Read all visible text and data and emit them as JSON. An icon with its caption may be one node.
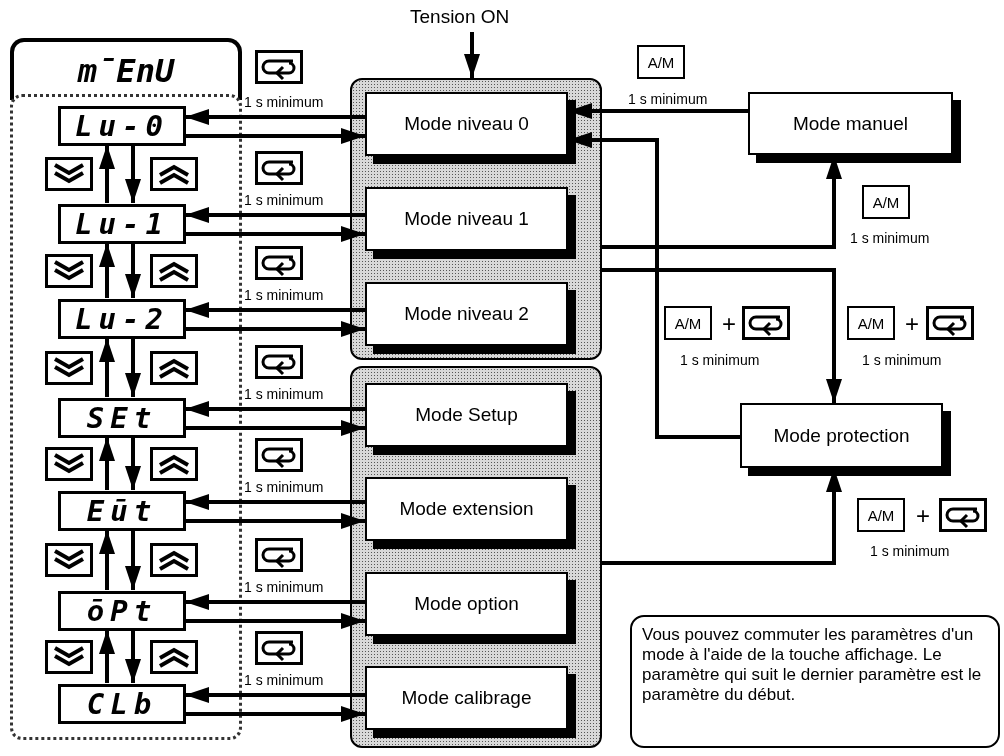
{
  "diagram": {
    "nodes": [
      {
        "text": [
          "m̄EnU"
        ]
      },
      {
        "text": [],
        "shape": "box"
      },
      {
        "text": [
          "Lu-0"
        ],
        "in": 1
      },
      {
        "text": [
          "Lu-1"
        ],
        "in": 1
      },
      {
        "text": [
          "Lu-2"
        ],
        "in": 1
      },
      {
        "text": [
          "SEt"
        ],
        "in": 1
      },
      {
        "text": [
          "Eūt"
        ],
        "in": 1
      },
      {
        "text": [
          "ōPt"
        ],
        "in": 1
      },
      {
        "text": [
          "CLb"
        ],
        "in": 1
      },
      {
        "text": [],
        "shape": "box"
      },
      {
        "text": [
          "Mode niveau 0"
        ],
        "in": 9
      },
      {
        "text": [
          "Mode niveau 1"
        ],
        "in": 9
      },
      {
        "text": [
          "Mode niveau 2"
        ],
        "in": 9
      },
      {
        "text": [],
        "shape": "box"
      },
      {
        "text": [
          "Mode Setup"
        ],
        "in": 13
      },
      {
        "text": [
          "Mode extension"
        ],
        "in": 13
      },
      {
        "text": [
          "Mode option"
        ],
        "in": 13
      },
      {
        "text": [
          "Mode calibrage"
        ],
        "in": 13
      },
      {
        "text": [
          "Mode manuel"
        ]
      },
      {
        "text": [
          "Mode protection"
        ]
      },
      {
        "text": [
          "Tension ON"
        ]
      },
      {
        "text": [
          "Vous pouvez commuter les paramètres d'un mode à l'aide de la touche affichage. Le paramètre qui suit le dernier paramètre est le paramètre du début."
        ]
      }
    ],
    "edges": [
      {
        "from": 10,
        "to": 2,
        "arrow": "to",
        "label": "1 s minimum"
      },
      {
        "from": 2,
        "to": 10,
        "arrow": "to"
      },
      {
        "from": 11,
        "to": 3,
        "arrow": "to",
        "label": "1 s minimum"
      },
      {
        "from": 3,
        "to": 11,
        "arrow": "to"
      },
      {
        "from": 12,
        "to": 4,
        "arrow": "to",
        "label": "1 s minimum"
      },
      {
        "from": 4,
        "to": 12,
        "arrow": "to"
      },
      {
        "from": 14,
        "to": 5,
        "arrow": "to",
        "label": "1 s minimum"
      },
      {
        "from": 5,
        "to": 14,
        "arrow": "to"
      },
      {
        "from": 15,
        "to": 6,
        "arrow": "to",
        "label": "1 s minimum"
      },
      {
        "from": 6,
        "to": 15,
        "arrow": "to"
      },
      {
        "from": 16,
        "to": 7,
        "arrow": "to",
        "label": "1 s minimum"
      },
      {
        "from": 7,
        "to": 16,
        "arrow": "to"
      },
      {
        "from": 17,
        "to": 8,
        "arrow": "to",
        "label": "1 s minimum"
      },
      {
        "from": 8,
        "to": 17,
        "arrow": "to"
      },
      {
        "from": 2,
        "to": 3,
        "arrow": "to"
      },
      {
        "from": 3,
        "to": 2,
        "arrow": "to"
      },
      {
        "from": 3,
        "to": 4,
        "arrow": "to"
      },
      {
        "from": 4,
        "to": 3,
        "arrow": "to"
      },
      {
        "from": 4,
        "to": 5,
        "arrow": "to"
      },
      {
        "from": 5,
        "to": 4,
        "arrow": "to"
      },
      {
        "from": 5,
        "to": 6,
        "arrow": "to"
      },
      {
        "from": 6,
        "to": 5,
        "arrow": "to"
      },
      {
        "from": 6,
        "to": 7,
        "arrow": "to"
      },
      {
        "from": 7,
        "to": 6,
        "arrow": "to"
      },
      {
        "from": 7,
        "to": 8,
        "arrow": "to"
      },
      {
        "from": 8,
        "to": 7,
        "arrow": "to"
      },
      {
        "from": 20,
        "to": 9,
        "arrow": "to"
      },
      {
        "from": 18,
        "to": 10,
        "arrow": "to",
        "label": "1 s minimum"
      },
      {
        "from": 9,
        "to": 18,
        "arrow": "to"
      },
      {
        "from": 9,
        "to": 19,
        "arrow": "to"
      },
      {
        "from": 13,
        "to": 19,
        "arrow": "to"
      },
      {
        "from": 19,
        "to": 10,
        "arrow": "to"
      }
    ],
    "labels": [
      "A/M",
      "A/M",
      "1 s minimum",
      "A/M",
      "+",
      "1 s minimum",
      "A/M",
      "+",
      "1 s minimum",
      "A/M",
      "+",
      "1 s minimum"
    ]
  }
}
